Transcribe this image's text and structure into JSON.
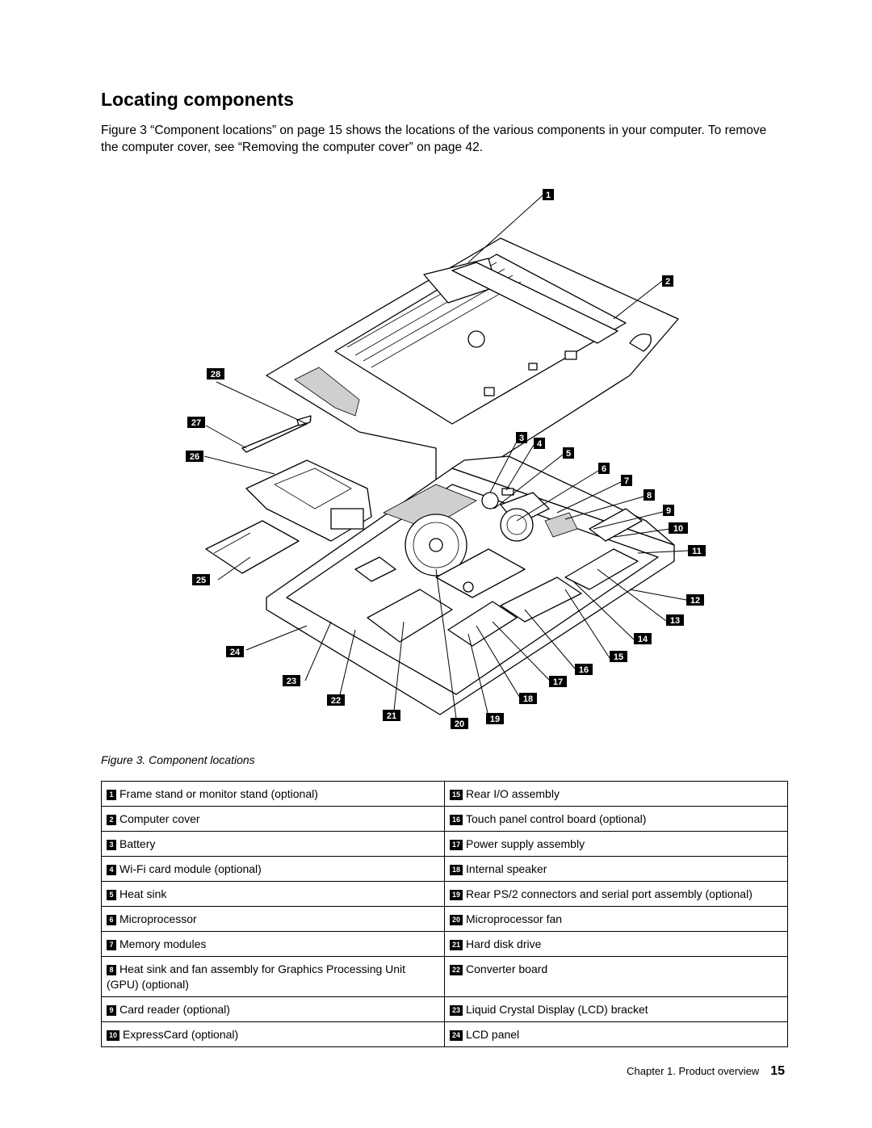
{
  "title": "Locating components",
  "intro": "Figure 3 “Component locations” on page 15 shows the locations of the various components in your computer. To remove the computer cover, see “Removing the computer cover” on page 42.",
  "caption": {
    "prefix": "Figure 3.",
    "text": "Component locations"
  },
  "callouts": [
    "1",
    "2",
    "3",
    "4",
    "5",
    "6",
    "7",
    "8",
    "9",
    "10",
    "11",
    "12",
    "13",
    "14",
    "15",
    "16",
    "17",
    "18",
    "19",
    "20",
    "21",
    "22",
    "23",
    "24",
    "25",
    "26",
    "27",
    "28"
  ],
  "components": {
    "rows": [
      {
        "left": {
          "num": "1",
          "label": "Frame stand or monitor stand (optional)"
        },
        "right": {
          "num": "15",
          "label": "Rear I/O assembly"
        }
      },
      {
        "left": {
          "num": "2",
          "label": "Computer cover"
        },
        "right": {
          "num": "16",
          "label": "Touch panel control board (optional)"
        }
      },
      {
        "left": {
          "num": "3",
          "label": "Battery"
        },
        "right": {
          "num": "17",
          "label": "Power supply assembly"
        }
      },
      {
        "left": {
          "num": "4",
          "label": "Wi-Fi card module (optional)"
        },
        "right": {
          "num": "18",
          "label": "Internal speaker"
        }
      },
      {
        "left": {
          "num": "5",
          "label": "Heat sink"
        },
        "right": {
          "num": "19",
          "label": "Rear PS/2 connectors and serial port assembly (optional)"
        }
      },
      {
        "left": {
          "num": "6",
          "label": "Microprocessor"
        },
        "right": {
          "num": "20",
          "label": "Microprocessor fan"
        }
      },
      {
        "left": {
          "num": "7",
          "label": "Memory modules"
        },
        "right": {
          "num": "21",
          "label": "Hard disk drive"
        }
      },
      {
        "left": {
          "num": "8",
          "label": "Heat sink and fan assembly for Graphics Processing Unit (GPU) (optional)"
        },
        "right": {
          "num": "22",
          "label": "Converter board"
        }
      },
      {
        "left": {
          "num": "9",
          "label": "Card reader (optional)"
        },
        "right": {
          "num": "23",
          "label": "Liquid Crystal Display (LCD) bracket"
        }
      },
      {
        "left": {
          "num": "10",
          "label": "ExpressCard (optional)"
        },
        "right": {
          "num": "24",
          "label": "LCD panel"
        }
      }
    ]
  },
  "footer": {
    "chapter": "Chapter 1. Product overview",
    "page": "15"
  }
}
